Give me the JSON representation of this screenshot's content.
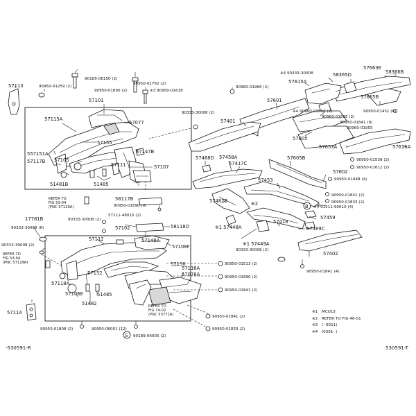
{
  "footer": {
    "left_code": "-530591-R",
    "right_code": "530591-T"
  },
  "notes": [
    {
      "mark": "※1",
      "text": "MCU15"
    },
    {
      "mark": "※2",
      "text": "REFER TO FIG 46-01"
    },
    {
      "mark": "※3",
      "text": "(         -0011)"
    },
    {
      "mark": "※4",
      "text": "(0301-         )"
    }
  ],
  "labels": {
    "l57113": "57113",
    "l90950_01259": "90950-01259 (2)",
    "l90185_06150": "90185-06150 (2)",
    "l90950_01762": "90950-01762 (2)",
    "l90950_01890a": "90950-01890 (2)",
    "l90950_01618": "※3 90950-01618",
    "l57101": "57101",
    "l57115A": "57115A",
    "l57077": "57077",
    "l57155": "57155",
    "l557151A": "557151A",
    "l57147B": "57147B",
    "l57117B": "57117B",
    "l57105": "57105",
    "l57111": "57111",
    "l57107": "57107",
    "l51481B": "51481B",
    "l51485a": "51485",
    "l90333_30008a": "90333-30008 (2)",
    "l58117B": "58117B",
    "l90950_01890b": "90950-01890 (8)",
    "l58118D": "58118D",
    "l57111_48010": "57111-48010 (2)",
    "l90333_30008b": "90333-30008 (2)",
    "l90333_30008c": "90333-30008 (6)",
    "l17781B": "17781B",
    "l90333_30008d": "90333-30008 (2)",
    "l57102": "57102",
    "l57112": "57112",
    "l57148A": "57148A",
    "l57108F": "57108F",
    "l57156": "57156",
    "l57116A": "57116A",
    "l57152": "57152",
    "l57118A": "57118A",
    "l57106E": "57106E",
    "l51482": "51482",
    "l51485b": "51485",
    "l57078A": "57078A",
    "l57114": "57114",
    "l90950_01808": "90950-01808 (2)",
    "l90950_06001": "90950-06001 (12)",
    "l90189_06005": "90189-06005 (2)",
    "l90950_01513": "90950-01513 (2)",
    "l90950_01890c": "90950-01890 (2)",
    "l90950_01841a": "90950-01841 (2)",
    "l90950_01841b": "90950-01841 (2)",
    "l90950_01833a": "90950-01833 (2)",
    "l90960_01966a": "90960-01966 (2)",
    "l90333_30008e": "90333-30008 (2)",
    "l57601": "57601",
    "l57401": "57401",
    "l4_90333": "※4 90333-30008",
    "l58365D": "58365D",
    "l57663E": "57663E",
    "l58366B": "58366B",
    "l57615A": "57615A",
    "l57665B": "57665B",
    "l4_90960_01966": "※4 90960-01966 (2)",
    "l90960_01685": "90960-01685 (2)",
    "l90950_01841c": "90950-01841 (8)",
    "l90960_01955": "90960-01955",
    "l90950_01451": "90950-01451 (6)",
    "l57805": "57805",
    "l57653A": "57653A",
    "l57616A": "57616A",
    "l57468D": "57468D",
    "l57458A": "57458A",
    "l57417C": "57417C",
    "l57605B": "57605B",
    "l90950_01539": "90950-01539 (2)",
    "l90950_01612": "90950-01612 (2)",
    "l57602": "57602",
    "l90950_01948": "90950-01948 (4)",
    "l57453": "57453",
    "l90950_01841d": "90950-01841 (2)",
    "l90950_01833b": "90950-01833 (2)",
    "l4_91511": "※4 91511-90610 (4)",
    "l57462B": "57462B",
    "l157448A": "※1 57448A",
    "l57459": "57459",
    "l57418": "57418",
    "l57469C": "57469C",
    "l157449A": "※1 57449A",
    "l90333_30008f": "90333-30008 (2)",
    "l57402": "57402",
    "l90950_01841e": "90950-01841 (4)",
    "mark2": "※2",
    "markS": "S",
    "markB": "B"
  },
  "refs": {
    "r1_l1": "REFER TO",
    "r1_l2": "FIG 53-04",
    "r1_l3": "(PNC 57129A)",
    "r2_l1": "REFER TO",
    "r2_l2": "FIG 53-04",
    "r2_l3": "(PNC 57129A)",
    "r3_l1": "REFER TO",
    "r3_l2": "FIG 74-02",
    "r3_l3": "(PNC 53771A)"
  }
}
